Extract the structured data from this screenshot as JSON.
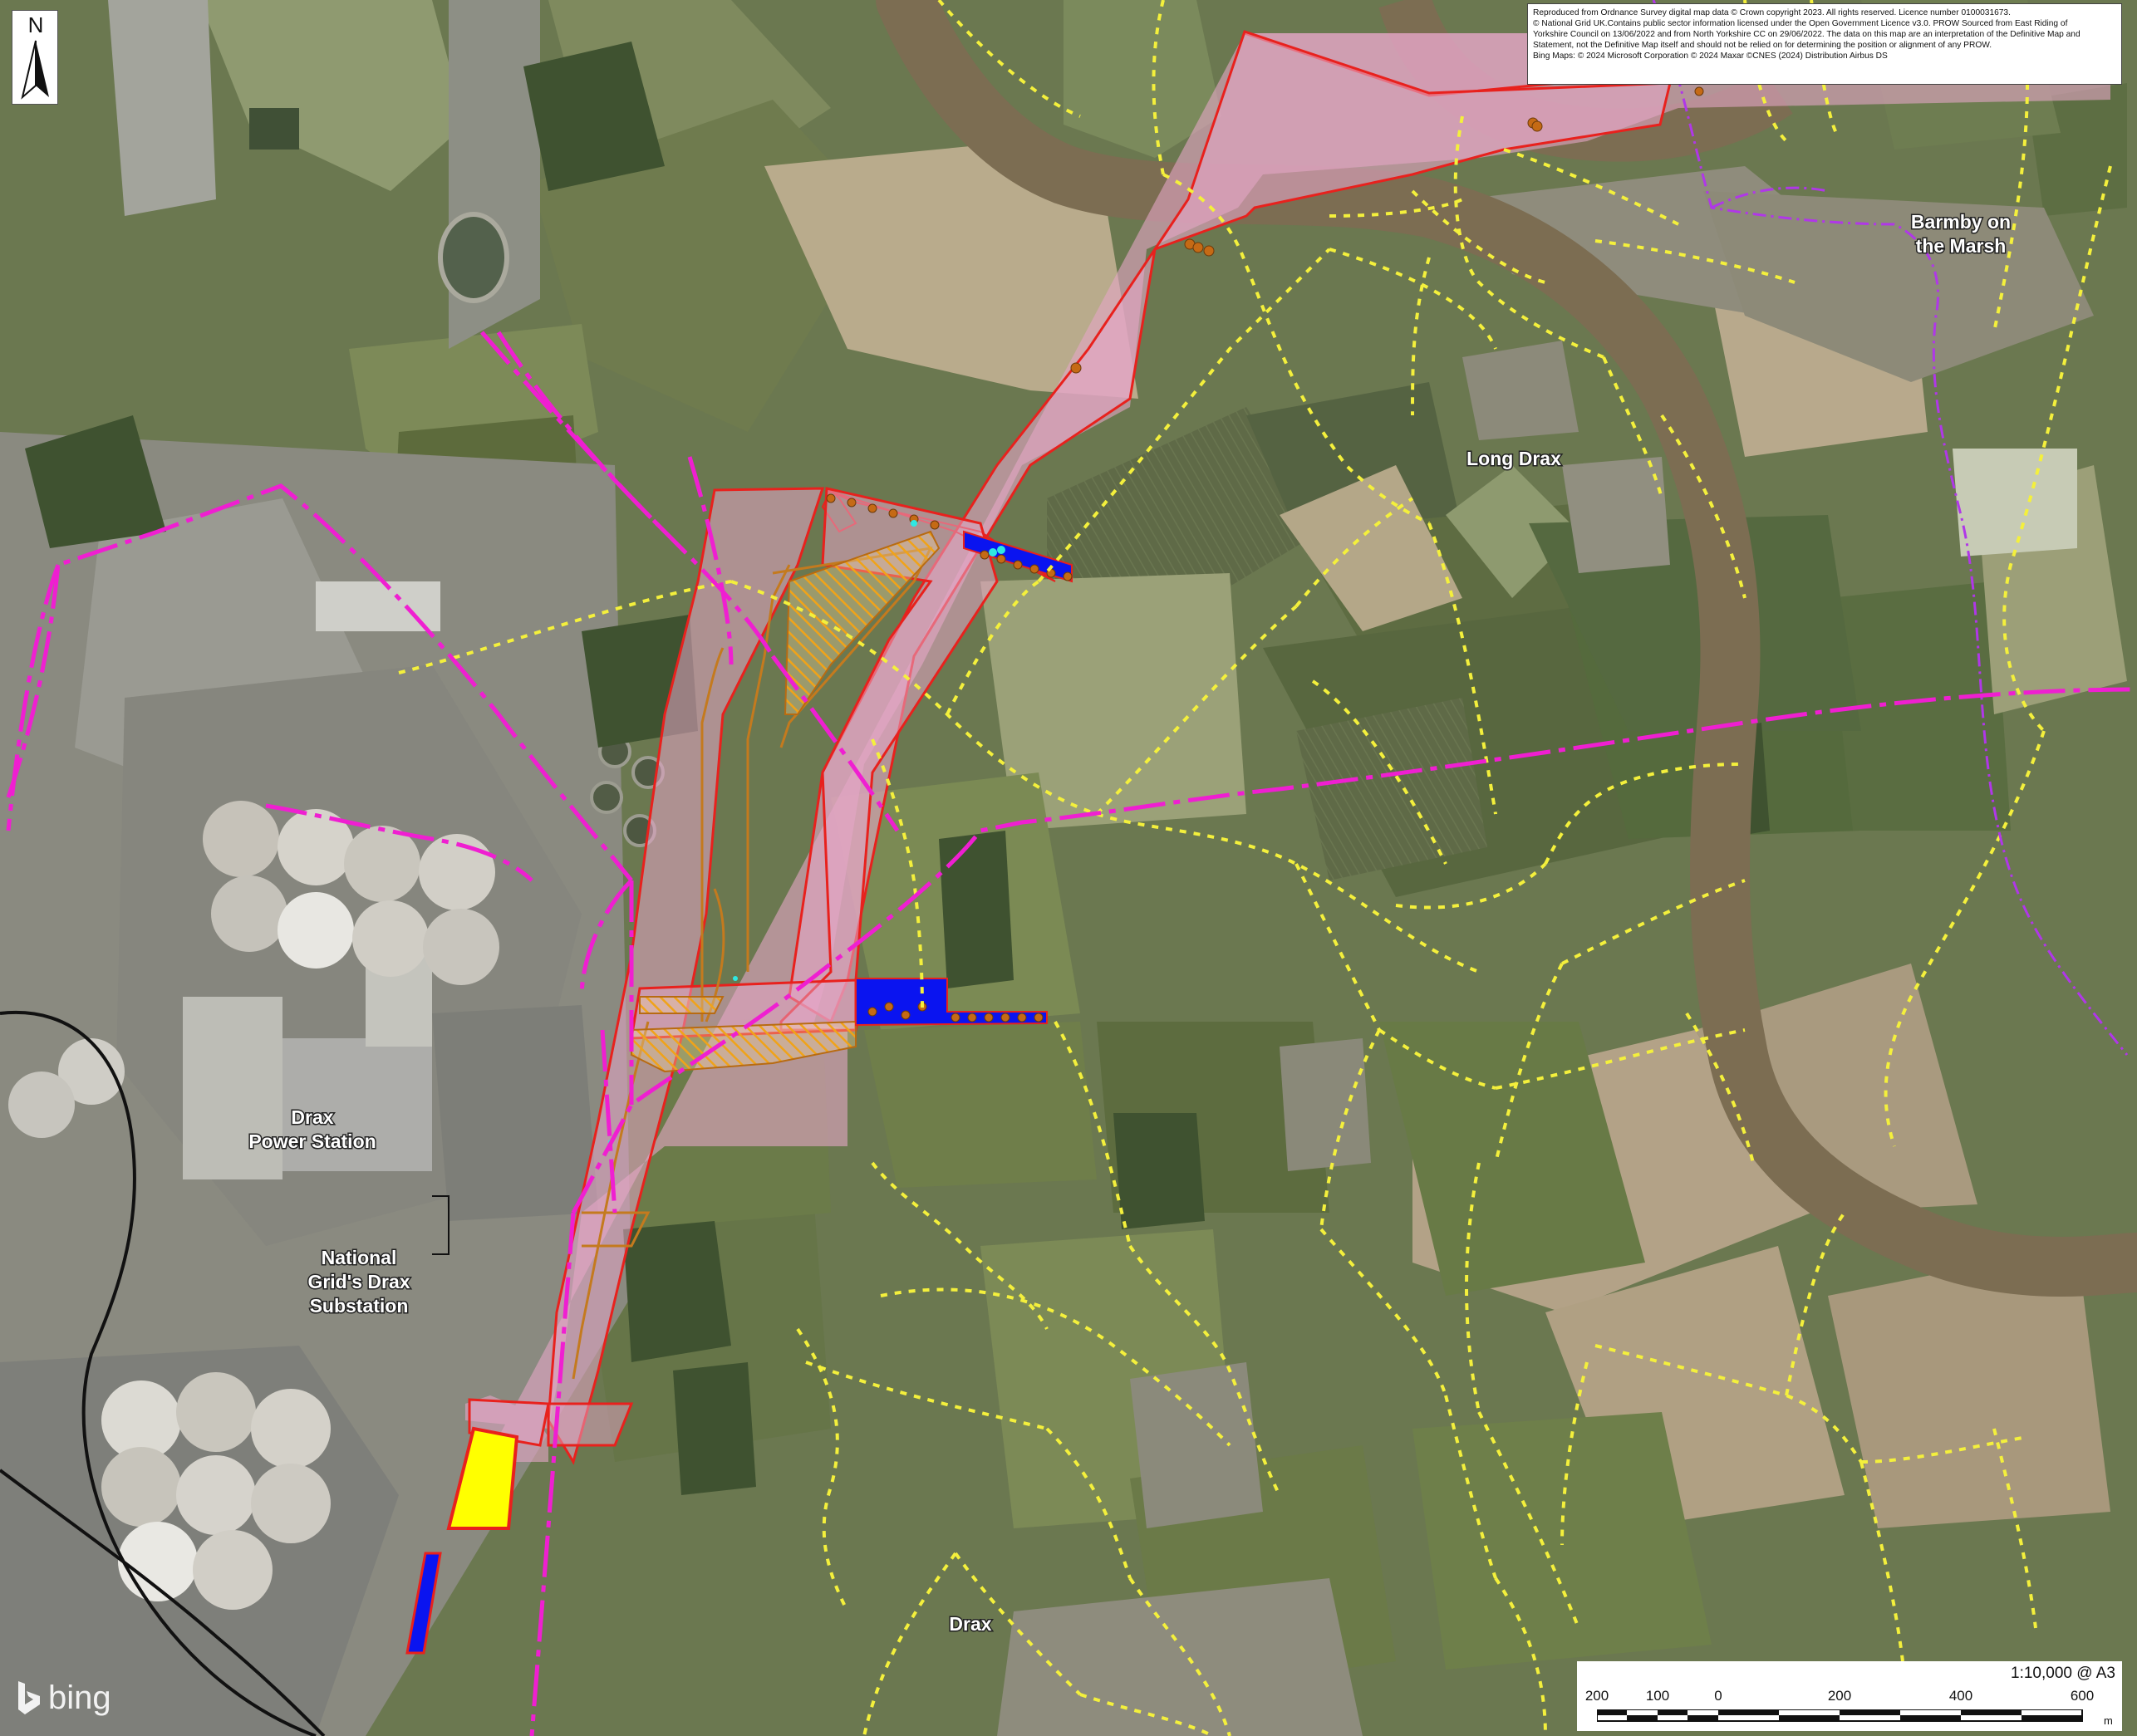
{
  "copyright": {
    "lines": [
      "Reproduced from Ordnance Survey digital map data © Crown copyright 2023. All rights reserved. Licence number 0100031673.",
      "© National Grid UK.Contains public sector information licensed under the Open Government Licence v3.0. PROW Sourced from East Riding of",
      "Yorkshire Council on 13/06/2022 and from North Yorkshire CC on 29/06/2022. The data on this map are an interpretation of the Definitive Map and",
      "Statement, not the Definitive Map itself and should not be relied on for determining the position or alignment of any PROW.",
      "Bing Maps: © 2024 Microsoft Corporation © 2024 Maxar ©CNES (2024) Distribution Airbus DS"
    ]
  },
  "north_arrow": {
    "letter": "N",
    "icon": "north-arrow-icon"
  },
  "labels": {
    "barmby_line1": "Barmby on",
    "barmby_line2": "the Marsh",
    "long_drax": "Long Drax",
    "drax_ps_line1": "Drax",
    "drax_ps_line2": "Power Station",
    "ng_line1": "National",
    "ng_line2": "Grid's Drax",
    "ng_line3": "Substation",
    "drax_village": "Drax"
  },
  "scale": {
    "ratio": "1:10,000 @ A3",
    "ticks": [
      "200",
      "100",
      "0",
      "200",
      "400",
      "600"
    ],
    "unit": "m"
  },
  "bing": {
    "word": "bing",
    "icon": "bing-logo-icon"
  },
  "colors": {
    "site_boundary": "#e8211d",
    "site_fill": "#e5a6c7",
    "pylon_line": "#ef1fd1",
    "prow": "#f4f03c",
    "parish_boundary": "#b037e8",
    "railway": "#111111",
    "hatched": "#f0a319",
    "hatch_outline": "#b86b12",
    "blue_area": "#0a14f0",
    "yellow_area": "#ffff00",
    "river": "#7c6d52"
  }
}
